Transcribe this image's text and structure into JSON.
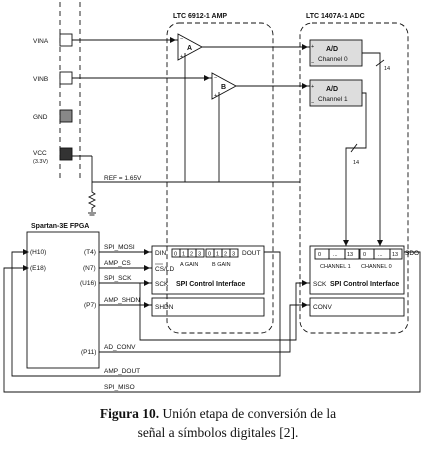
{
  "amp": {
    "title": "LTC 6912-1 AMP",
    "amp_a": "A",
    "amp_b": "B"
  },
  "adc": {
    "title": "LTC 1407A-1 ADC",
    "ch0_ad": "A/D",
    "ch0_name": "Channel 0",
    "ch1_ad": "A/D",
    "ch1_name": "Channel 1",
    "bus0_width": "14",
    "bus1_width": "14"
  },
  "pins": {
    "vina": "VINA",
    "vinb": "VINB",
    "gnd": "GND",
    "vcc": "VCC",
    "vcc_volt": "(3.3V)",
    "ref": "REF = 1.65V"
  },
  "fpga": {
    "title": "Spartan-3E FPGA",
    "h10": "(H10)",
    "e18": "(E18)",
    "t4": "(T4)",
    "n7": "(N7)",
    "u16": "(U16)",
    "p7": "(P7)",
    "p11": "(P11)",
    "spi_mosi": "SPI_MOSI",
    "amp_cs": "AMP_CS",
    "spi_sck": "SPI_SCK",
    "amp_shdn": "AMP_SHDN",
    "ad_conv": "AD_CONV",
    "amp_dout": "AMP_DOUT",
    "spi_miso": "SPI_MISO"
  },
  "amp_spi": {
    "din": "DIN",
    "csld": "CS/LD",
    "sck": "SCK",
    "title": "SPI Control Interface",
    "shdn": "SHDN",
    "dout": "DOUT",
    "bits": [
      "0",
      "1",
      "2",
      "3",
      "0",
      "1",
      "2",
      "3"
    ],
    "a_gain": "A GAIN",
    "b_gain": "B GAIN"
  },
  "adc_spi": {
    "sck": "SCK",
    "title": "SPI Control Interface",
    "conv": "CONV",
    "sdo": "SDO",
    "cells": [
      "0",
      "...",
      "13",
      "0",
      "...",
      "13"
    ],
    "ch1": "CHANNEL 1",
    "ch0": "CHANNEL 0"
  },
  "caption": {
    "label": "Figura 10.",
    "line1": "Unión etapa de conversión de la",
    "line2": "señal a símbolos digitales [2]."
  }
}
